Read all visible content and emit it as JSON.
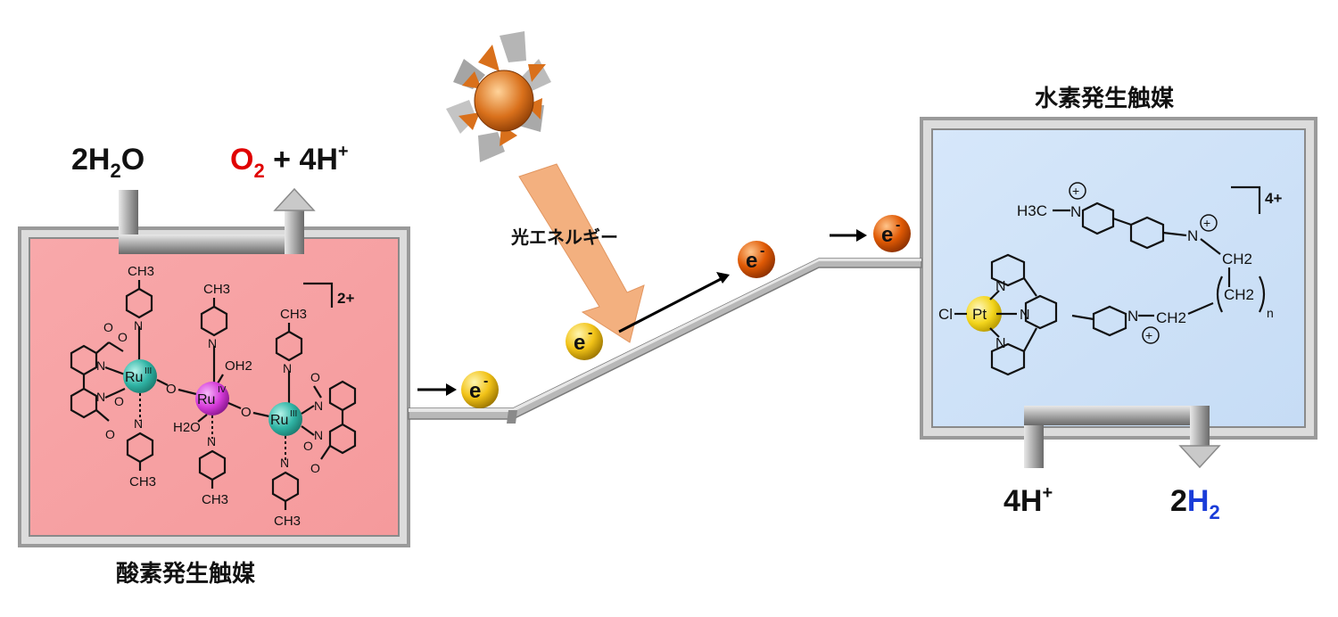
{
  "oxygen_catalyst": {
    "caption": "酸素発生触媒",
    "charge": "2+",
    "metals": {
      "ru_left": "III",
      "ru_mid": "IV",
      "ru_right": "III",
      "symbol": "Ru"
    },
    "ligands": {
      "ch3": "CH3",
      "oh2": "OH2",
      "h2o": "H2O",
      "o": "O",
      "n": "N"
    }
  },
  "hydrogen_catalyst": {
    "caption": "水素発生触媒",
    "charge": "4+",
    "methyl": "H3C",
    "pt": "Pt",
    "cl": "Cl",
    "n": "N",
    "ch2": "CH2",
    "sub_n": "n",
    "plus": "+"
  },
  "reactions": {
    "water_in": {
      "coef": "2",
      "h": "H",
      "sub": "2",
      "o": "O"
    },
    "oxygen_out": {
      "o": "O",
      "sub": "2",
      "plus": " + 4H",
      "sup": "+"
    },
    "proton_in": {
      "text": "4H",
      "sup": "+"
    },
    "hydrogen_out": {
      "coef": "2",
      "h": "H",
      "sub": "2"
    }
  },
  "light_label": "光エネルギー",
  "electron": {
    "symbol": "e",
    "sup": "-"
  },
  "colors": {
    "oxygen_box": "#f7a3a5",
    "hydrogen_box": "#cfe2f8",
    "o2_red": "#e00000",
    "h2_blue": "#1a3cd8",
    "ru_teal": "#2fb3a4",
    "ru_magenta": "#d43ad8",
    "pt_yellow": "#f3d51c",
    "electron_yellow": "#f2c318",
    "electron_orange": "#e05a05",
    "light_beam": "#f3b07f",
    "sun": "#d9701b"
  }
}
